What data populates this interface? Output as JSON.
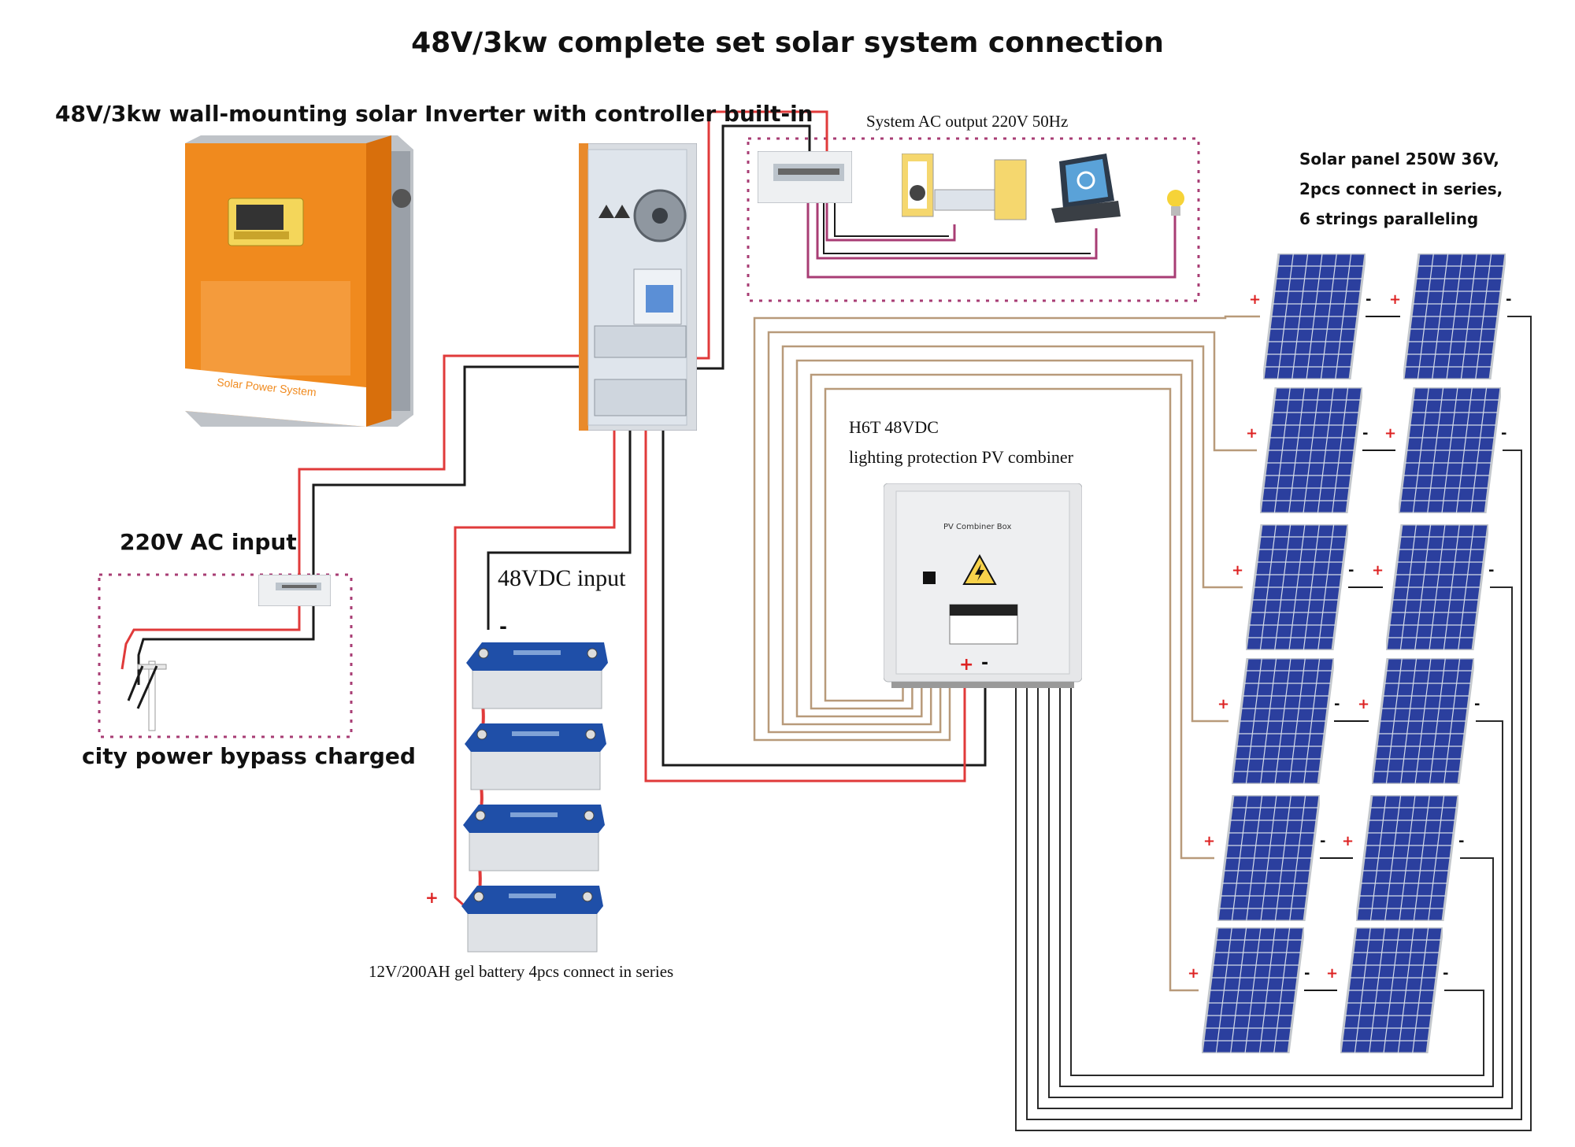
{
  "title": "48V/3kw complete set solar system connection",
  "inverter": {
    "label": "48V/3kw wall-mounting solar Inverter with controller built-in",
    "brand_text": "Solar Power System"
  },
  "grid_input": {
    "label": "220V AC input",
    "caption": "city power bypass charged"
  },
  "battery_bank": {
    "input_label": "48VDC input",
    "caption": "12V/200AH gel battery 4pcs connect in series",
    "plus_sign": "+",
    "minus_sign": "-",
    "count": 4
  },
  "ac_output": {
    "label": "System AC output 220V 50Hz"
  },
  "combiner": {
    "title": "H6T 48VDC",
    "subtitle": "lighting protection PV combiner",
    "box_title": "PV Combiner Box",
    "plus_sign": "+",
    "minus_sign": "-"
  },
  "solar_panels": {
    "lines": [
      "Solar panel 250W 36V,",
      "2pcs connect in series,",
      "6 strings paralleling"
    ],
    "strings": 6,
    "panels_per_string": 2
  },
  "colors": {
    "red_wire": "#e03a3a",
    "black_wire": "#1a1a1a",
    "pv_wire": "#b89a7a",
    "dotted_box": "#a83d74",
    "inverter_orange": "#f08a1e",
    "panel_blue": "#2b3f9e",
    "battery_blue": "#1f4fa8"
  },
  "icons": [
    "inverter-icon",
    "controller-icon",
    "breaker-icon",
    "speaker-icon",
    "tv-icon",
    "bulb-icon",
    "battery-icon",
    "solar-panel-icon",
    "combiner-box-icon",
    "ground-rod-icon",
    "warning-icon"
  ]
}
